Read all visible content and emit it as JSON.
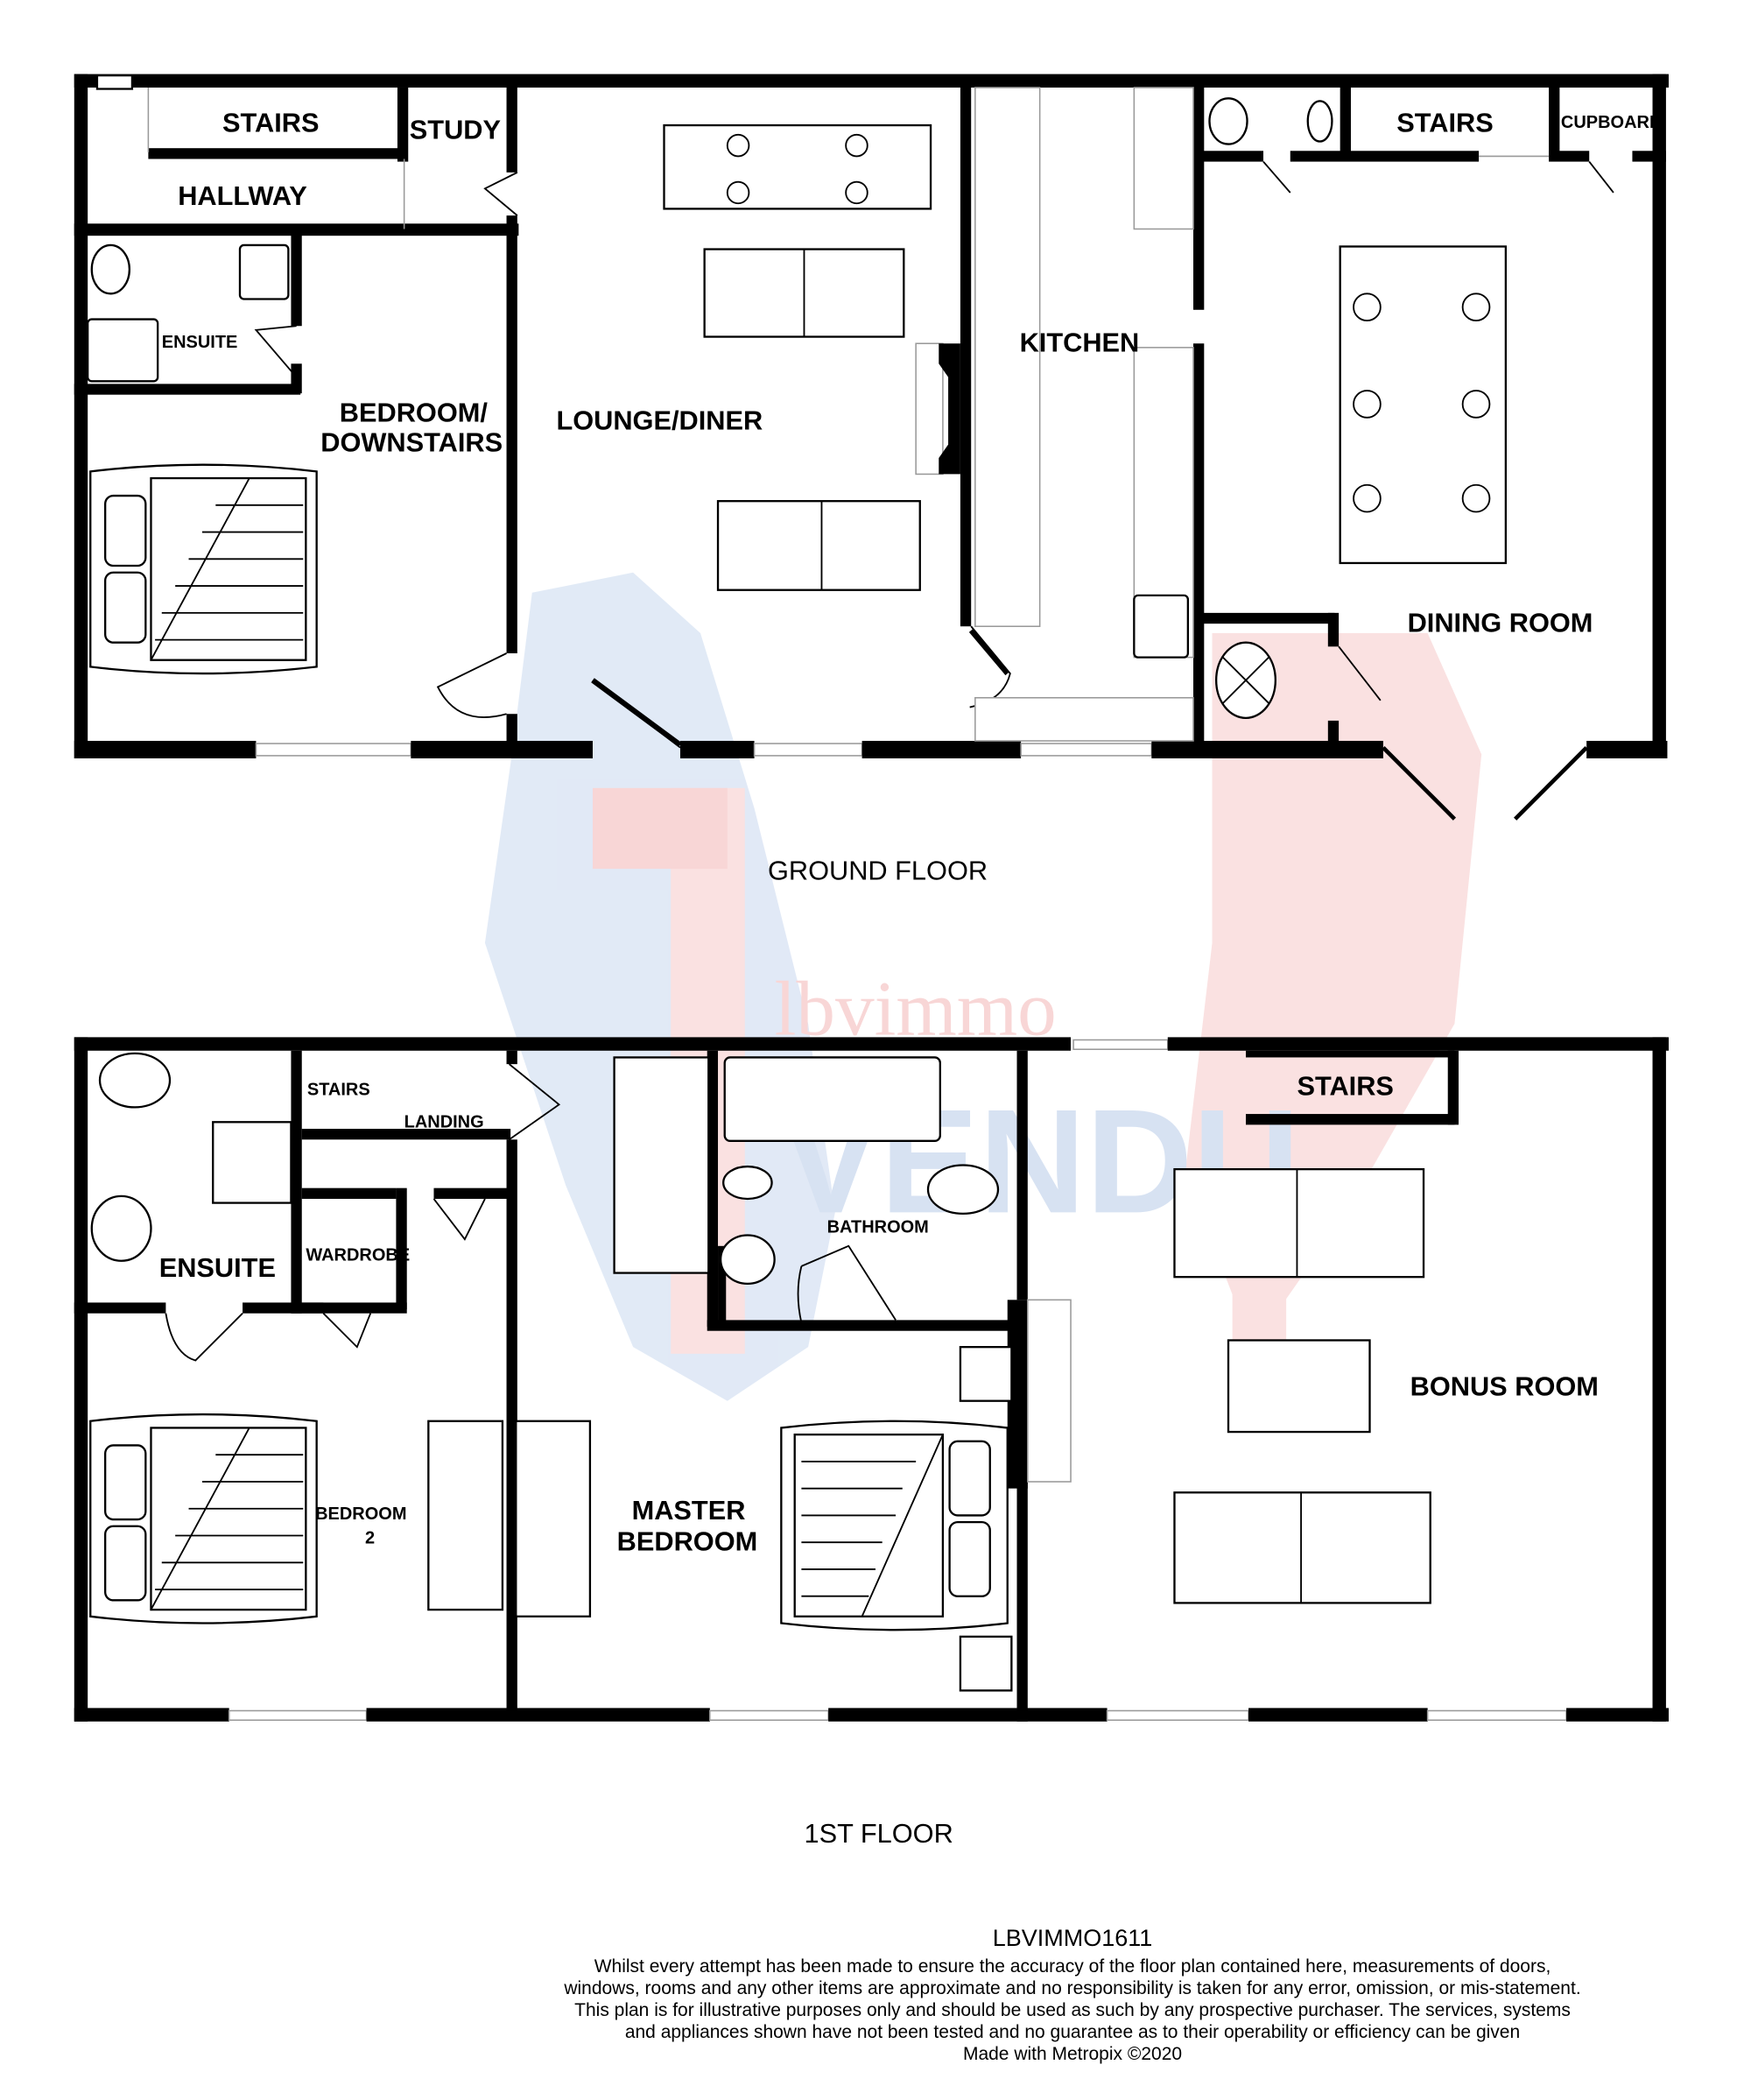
{
  "watermark": {
    "brand": "lbvimmo",
    "stamp": "VENDU",
    "colors": {
      "blue": "#c9d8ef",
      "red": "#f6c9c9"
    }
  },
  "ground_floor": {
    "title": "GROUND FLOOR",
    "rooms": {
      "stairs_left": "STAIRS",
      "study": "STUDY",
      "hallway": "HALLWAY",
      "ensuite": "ENSUITE",
      "bedroom_line1": "BEDROOM/",
      "bedroom_line2": "DOWNSTAIRS",
      "lounge": "LOUNGE/DINER",
      "kitchen": "KITCHEN",
      "stairs_right": "STAIRS",
      "cupboard": "CUPBOARD",
      "dining": "DINING ROOM"
    }
  },
  "first_floor": {
    "title": "1ST FLOOR",
    "rooms": {
      "stairs_left": "STAIRS",
      "landing": "LANDING",
      "ensuite": "ENSUITE",
      "wardrobe": "WARDROBE",
      "bedroom2_line1": "BEDROOM",
      "bedroom2_line2": "2",
      "master_line1": "MASTER",
      "master_line2": "BEDROOM",
      "bathroom": "BATHROOM",
      "stairs_right": "STAIRS",
      "bonus": "BONUS ROOM"
    }
  },
  "footer": {
    "reference": "LBVIMMO1611",
    "disclaimer": "Whilst every attempt has been made to ensure the accuracy of the floor plan contained here, measurements of doors, windows, rooms and any other items are approximate and no responsibility is taken for any error, omission, or mis-statement. This plan is for illustrative purposes only and should be used as such by any prospective purchaser. The services, systems and appliances shown have not been tested and no guarantee as to their operability or efficiency can be given",
    "made_with": "Made with Metropix ©2020"
  }
}
